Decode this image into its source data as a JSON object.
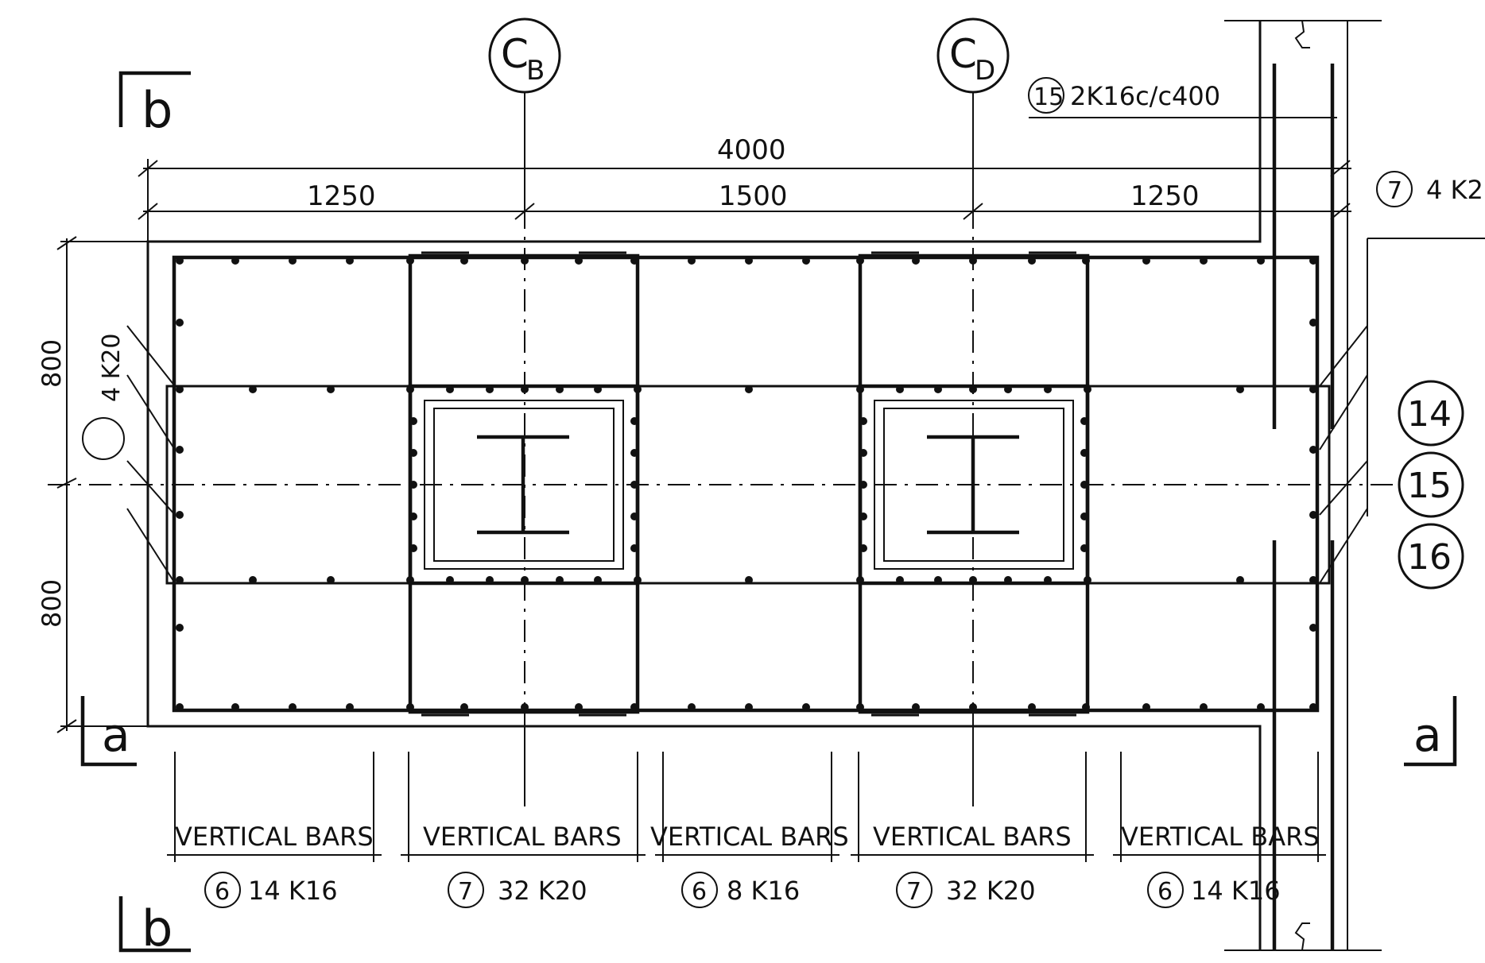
{
  "section_marks": {
    "top_left": "b",
    "bottom_left": "b",
    "bottom_left_a": "a",
    "right_a": "a"
  },
  "gridlines": {
    "left": {
      "letter": "C",
      "subscript": "B"
    },
    "right": {
      "letter": "C",
      "subscript": "D"
    }
  },
  "dimensions": {
    "overall": "4000",
    "segments": [
      "1250",
      "1500",
      "1250"
    ],
    "vertical": [
      "800",
      "800"
    ]
  },
  "callouts": {
    "top_stirrup": {
      "mark": "15",
      "text": "2K16c/c400"
    },
    "top_right": {
      "mark": "7",
      "text": "4 K2"
    },
    "left_bars": {
      "mark": "",
      "text": "4 K20"
    },
    "right_marks": [
      "14",
      "15",
      "16"
    ]
  },
  "vertical_bars": {
    "label": "VERTICAL BARS",
    "groups": [
      {
        "mark": "6",
        "text": "14 K16"
      },
      {
        "mark": "7",
        "text": "32 K20"
      },
      {
        "mark": "6",
        "text": "8 K16"
      },
      {
        "mark": "7",
        "text": "32 K20"
      },
      {
        "mark": "6",
        "text": "14 K16"
      }
    ]
  }
}
